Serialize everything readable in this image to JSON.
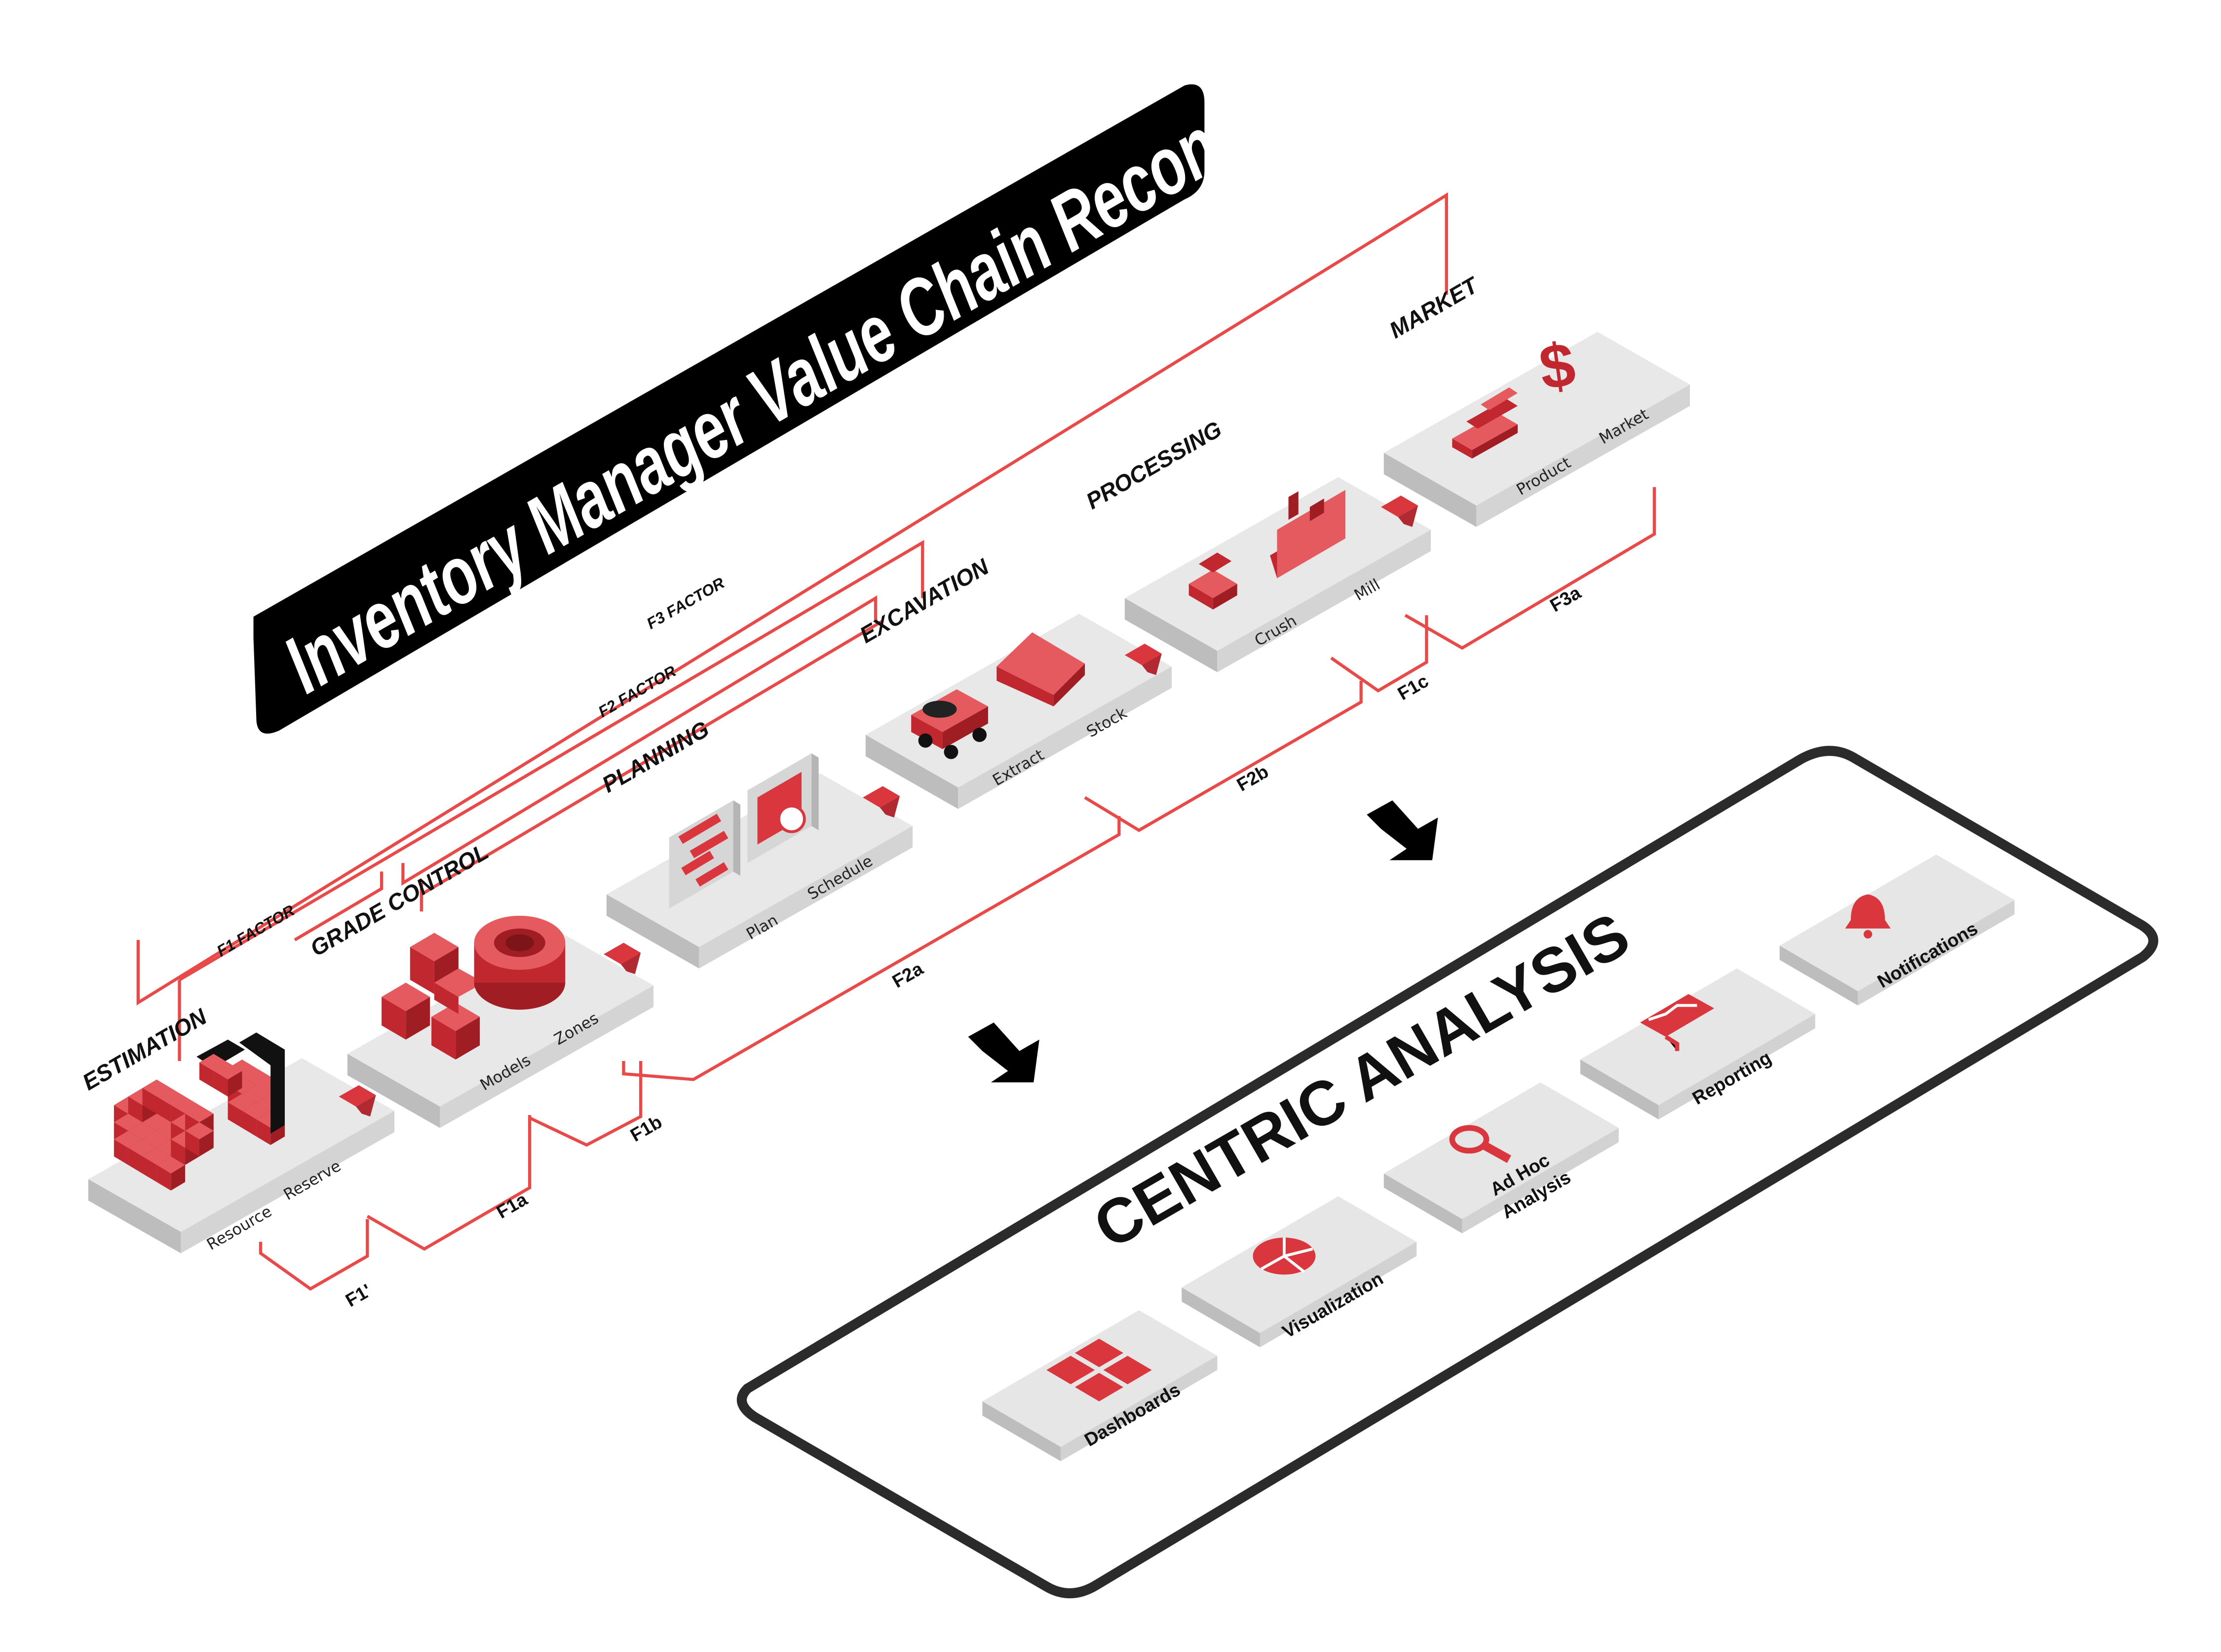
{
  "title": "Inventory Manager Value Chain Reconciliation",
  "colors": {
    "accent": "#d9363e",
    "accent_dark": "#a42229",
    "line": "#e84a4a",
    "platform_top": "#e8e8e8",
    "platform_side": "#c9c9c9",
    "banner": "#000000"
  },
  "stages": [
    {
      "label": "ESTIMATION",
      "items": [
        "Resource",
        "Reserve"
      ],
      "icons": [
        "resource-blocks-icon",
        "reserve-blocks-icon"
      ]
    },
    {
      "label": "GRADE CONTROL",
      "items": [
        "Models",
        "Zones"
      ],
      "icons": [
        "model-blocks-icon",
        "zones-ring-icon"
      ]
    },
    {
      "label": "PLANNING",
      "items": [
        "Plan",
        "Schedule"
      ],
      "icons": [
        "gantt-chart-icon",
        "calendar-clock-icon"
      ]
    },
    {
      "label": "EXCAVATION",
      "items": [
        "Extract",
        "Stock"
      ],
      "icons": [
        "haul-truck-icon",
        "stockpile-icon"
      ]
    },
    {
      "label": "PROCESSING",
      "items": [
        "Crush",
        "Mill"
      ],
      "icons": [
        "crusher-icon",
        "mill-factory-icon"
      ]
    },
    {
      "label": "MARKET",
      "items": [
        "Product",
        "Market"
      ],
      "icons": [
        "gold-bars-icon",
        "dollar-sign-icon"
      ]
    }
  ],
  "factors": {
    "f1_caption": "F1 FACTOR",
    "f2_caption": "F2 FACTOR",
    "f3_caption": "F3 FACTOR",
    "f1_prime": "F1'",
    "f1a": "F1a",
    "f1b": "F1b",
    "f2a": "F2a",
    "f2b": "F2b",
    "f1c": "F1c",
    "f3a": "F3a"
  },
  "analysis": {
    "title": "CENTRIC ANALYSIS",
    "tiles": [
      {
        "label": "Dashboards",
        "icon": "dashboard-grid-icon"
      },
      {
        "label": "Visualization",
        "icon": "pie-chart-icon"
      },
      {
        "label_line1": "Ad Hoc",
        "label_line2": "Analysis",
        "icon": "magnifier-icon"
      },
      {
        "label": "Reporting",
        "icon": "monitor-chart-icon"
      },
      {
        "label": "Notifications",
        "icon": "bell-icon"
      }
    ]
  }
}
